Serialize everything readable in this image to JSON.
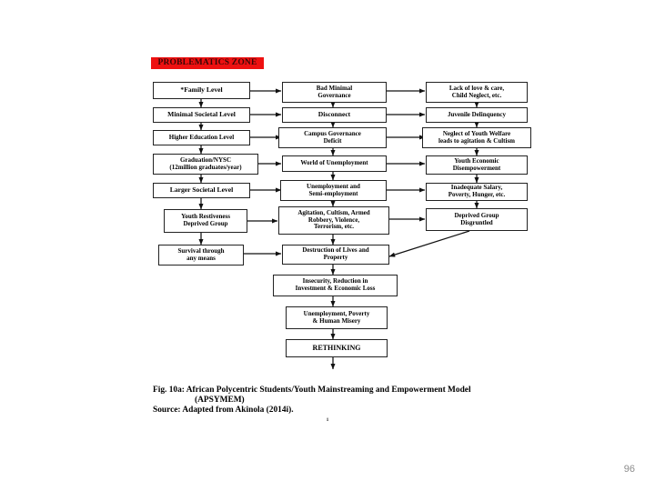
{
  "slide": {
    "page_number": "96",
    "folio": "1",
    "banner": {
      "label": "PROBLEMATICS ZONE",
      "color": "#ee1111",
      "text_color": "#3a0707"
    }
  },
  "caption": {
    "line1": "Fig. 10a: African Polycentric Students/Youth Mainstreaming and Empowerment Model",
    "line2": "(APSYMEM)",
    "line3": "Source: Adapted from Akinola (2014i)."
  },
  "diagram": {
    "type": "flowchart",
    "title": "African Polycentric Students/Youth Mainstreaming and Empowerment Model (APSYMEM)",
    "nodes": [
      {
        "id": "family-level",
        "label": "*Family Level"
      },
      {
        "id": "minimal-societal-level",
        "label": "Minimal Societal Level"
      },
      {
        "id": "higher-education-level",
        "label": "Higher Education Level"
      },
      {
        "id": "graduation-nysc",
        "label": "Graduation/NYSC\n(12million graduates/year)"
      },
      {
        "id": "larger-societal-level",
        "label": "Larger Societal Level"
      },
      {
        "id": "youth-restiveness",
        "label": "Youth Restiveness\nDeprived Group"
      },
      {
        "id": "survival-any-means",
        "label": "Survival through\nany means"
      },
      {
        "id": "bad-minimal-governance",
        "label": "Bad Minimal\nGovernance"
      },
      {
        "id": "disconnect",
        "label": "Disconnect"
      },
      {
        "id": "campus-governance-deficit",
        "label": "Campus Governance\nDeficit"
      },
      {
        "id": "world-of-unemployment",
        "label": "World of Unemployment"
      },
      {
        "id": "unemployment-semi",
        "label": "Unemployment and\nSemi-employment"
      },
      {
        "id": "agitation-cultism",
        "label": "Agitation, Cultism, Armed\nRobbery, Violence,\nTerrorism, etc."
      },
      {
        "id": "destruction-lives",
        "label": "Destruction of Lives and\nProperty"
      },
      {
        "id": "insecurity-reduction",
        "label": "Insecurity, Reduction in\nInvestment & Economic Loss"
      },
      {
        "id": "unemployment-poverty",
        "label": "Unemployment, Poverty\n& Human Misery"
      },
      {
        "id": "rethinking",
        "label": "RETHINKING"
      },
      {
        "id": "lack-of-love",
        "label": "Lack of love & care,\nChild Neglect, etc."
      },
      {
        "id": "juvenile-delinquency",
        "label": "Juvenile Delinquency"
      },
      {
        "id": "neglect-youth-welfare",
        "label": "Neglect of Youth Welfare\nleads to agitation & Cultism"
      },
      {
        "id": "youth-economic-disempowerment",
        "label": "Youth Economic\nDisempowerment"
      },
      {
        "id": "inadequate-salary",
        "label": "Inadequate Salary,\nPoverty, Hunger, etc."
      },
      {
        "id": "deprived-group-disgruntled",
        "label": "Deprived Group\nDisgruntled"
      }
    ],
    "edges": [
      {
        "from": "family-level",
        "to": "bad-minimal-governance"
      },
      {
        "from": "family-level",
        "to": "minimal-societal-level"
      },
      {
        "from": "bad-minimal-governance",
        "to": "lack-of-love"
      },
      {
        "from": "bad-minimal-governance",
        "to": "disconnect"
      },
      {
        "from": "lack-of-love",
        "to": "juvenile-delinquency"
      },
      {
        "from": "minimal-societal-level",
        "to": "disconnect"
      },
      {
        "from": "minimal-societal-level",
        "to": "higher-education-level"
      },
      {
        "from": "disconnect",
        "to": "juvenile-delinquency"
      },
      {
        "from": "disconnect",
        "to": "campus-governance-deficit"
      },
      {
        "from": "juvenile-delinquency",
        "to": "neglect-youth-welfare"
      },
      {
        "from": "higher-education-level",
        "to": "campus-governance-deficit"
      },
      {
        "from": "higher-education-level",
        "to": "graduation-nysc"
      },
      {
        "from": "campus-governance-deficit",
        "to": "neglect-youth-welfare"
      },
      {
        "from": "campus-governance-deficit",
        "to": "world-of-unemployment"
      },
      {
        "from": "neglect-youth-welfare",
        "to": "youth-economic-disempowerment"
      },
      {
        "from": "graduation-nysc",
        "to": "world-of-unemployment"
      },
      {
        "from": "graduation-nysc",
        "to": "larger-societal-level"
      },
      {
        "from": "world-of-unemployment",
        "to": "youth-economic-disempowerment"
      },
      {
        "from": "world-of-unemployment",
        "to": "unemployment-semi"
      },
      {
        "from": "larger-societal-level",
        "to": "unemployment-semi"
      },
      {
        "from": "larger-societal-level",
        "to": "youth-restiveness"
      },
      {
        "from": "unemployment-semi",
        "to": "inadequate-salary"
      },
      {
        "from": "unemployment-semi",
        "to": "agitation-cultism"
      },
      {
        "from": "inadequate-salary",
        "to": "deprived-group-disgruntled"
      },
      {
        "from": "youth-restiveness",
        "to": "agitation-cultism"
      },
      {
        "from": "youth-restiveness",
        "to": "survival-any-means"
      },
      {
        "from": "agitation-cultism",
        "to": "deprived-group-disgruntled"
      },
      {
        "from": "agitation-cultism",
        "to": "destruction-lives"
      },
      {
        "from": "deprived-group-disgruntled",
        "to": "destruction-lives"
      },
      {
        "from": "survival-any-means",
        "to": "destruction-lives"
      },
      {
        "from": "destruction-lives",
        "to": "insecurity-reduction"
      },
      {
        "from": "insecurity-reduction",
        "to": "unemployment-poverty"
      },
      {
        "from": "unemployment-poverty",
        "to": "rethinking"
      },
      {
        "from": "rethinking",
        "to": null
      }
    ]
  }
}
